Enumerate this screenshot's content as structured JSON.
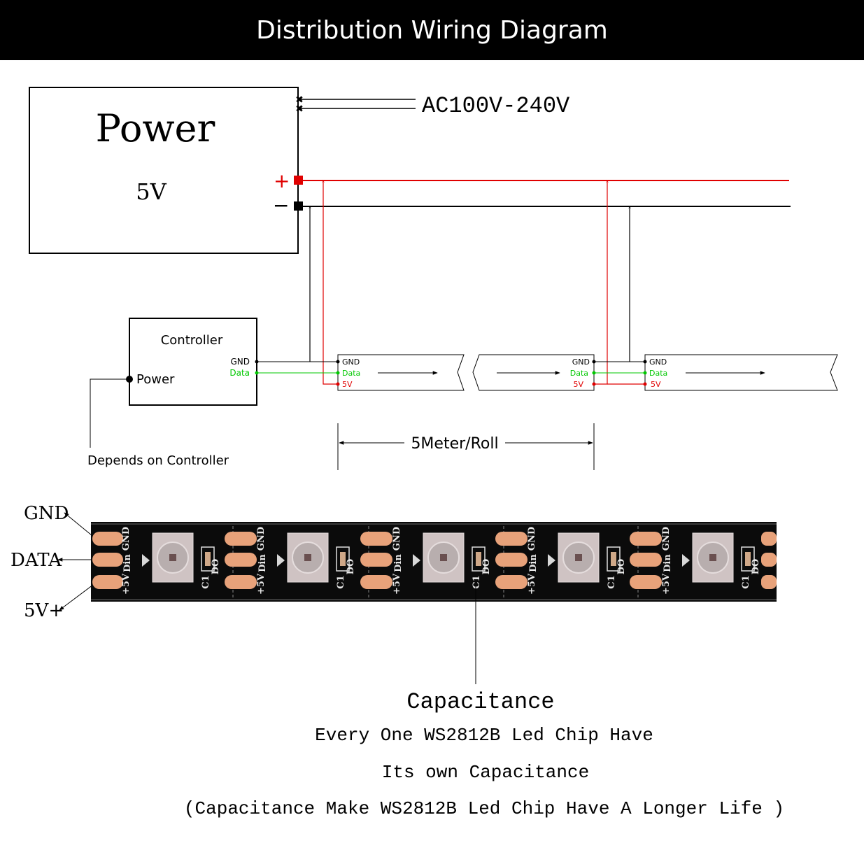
{
  "header": {
    "title": "Distribution Wiring Diagram"
  },
  "power": {
    "title": "Power",
    "voltage": "5V",
    "ac_input": "AC100V-240V",
    "plus": "+",
    "minus": "−"
  },
  "controller": {
    "title": "Controller",
    "power_label": "Power",
    "gnd": "GND",
    "data": "Data",
    "note": "Depends on Controller"
  },
  "strip_labels": {
    "gnd": "GND",
    "data": "Data",
    "v5": "5V"
  },
  "roll": {
    "label": "5Meter/Roll"
  },
  "pad_labels": {
    "gnd": "GND",
    "data": "DATA",
    "v5": "5V+"
  },
  "pcb": {
    "gnd": "GND",
    "v5": "+5V",
    "din": "Din",
    "do": "DO",
    "c1": "C1"
  },
  "capacitance": {
    "title": "Capacitance",
    "line1": "Every One WS2812B Led Chip Have",
    "line2": "Its own Capacitance",
    "line3": "(Capacitance Make WS2812B Led Chip Have A Longer Life )"
  },
  "colors": {
    "red": "#e00000",
    "green": "#00c800",
    "black": "#000000",
    "pad": "#e8a27a",
    "pcb": "#0b0b0b"
  }
}
